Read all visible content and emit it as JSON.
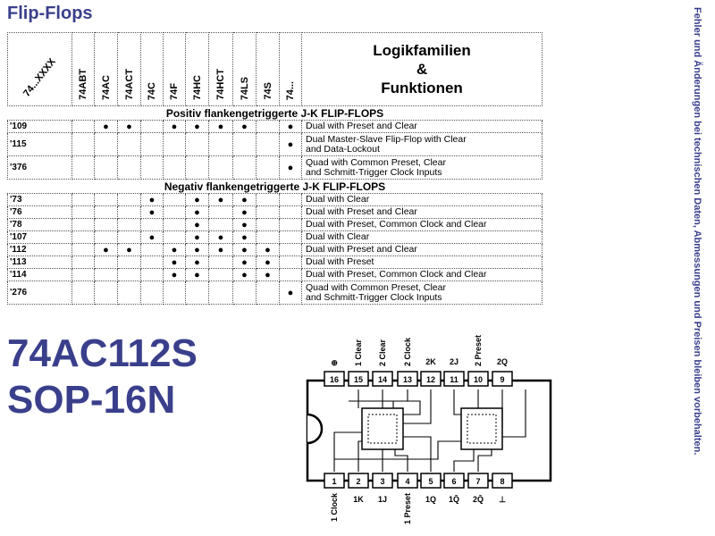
{
  "title": "Flip-Flops",
  "side_note": "Fehler und Änderungen bei technischen Daten, Abmessungen und Preisen bleiben vorbehalten.",
  "table": {
    "corner_label": "74...XXXX",
    "families": [
      "74ABT",
      "74AC",
      "74ACT",
      "74C",
      "74F",
      "74HC",
      "74HCT",
      "74LS",
      "74S",
      "74..."
    ],
    "header_right": [
      "Logikfamilien",
      "&",
      "Funktionen"
    ],
    "sections": [
      {
        "title": "Positiv flankengetriggerte J-K FLIP-FLOPS",
        "rows": [
          {
            "device": "'109",
            "dots": [
              false,
              true,
              true,
              false,
              true,
              true,
              true,
              true,
              false,
              true
            ],
            "desc": [
              "Dual with Preset and Clear"
            ]
          },
          {
            "device": "'115",
            "dots": [
              false,
              false,
              false,
              false,
              false,
              false,
              false,
              false,
              false,
              true
            ],
            "desc": [
              "Dual Master-Slave Flip-Flop with Clear",
              "and Data-Lockout"
            ]
          },
          {
            "device": "'376",
            "dots": [
              false,
              false,
              false,
              false,
              false,
              false,
              false,
              false,
              false,
              true
            ],
            "desc": [
              "Quad with Common Preset, Clear",
              "and Schmitt-Trigger Clock Inputs"
            ]
          }
        ]
      },
      {
        "title": "Negativ flankengetriggerte J-K FLIP-FLOPS",
        "rows": [
          {
            "device": "'73",
            "dots": [
              false,
              false,
              false,
              true,
              false,
              true,
              true,
              true,
              false,
              false
            ],
            "desc": [
              "Dual with Clear"
            ]
          },
          {
            "device": "'76",
            "dots": [
              false,
              false,
              false,
              true,
              false,
              true,
              false,
              true,
              false,
              false
            ],
            "desc": [
              "Dual with Preset and Clear"
            ]
          },
          {
            "device": "'78",
            "dots": [
              false,
              false,
              false,
              false,
              false,
              true,
              false,
              true,
              false,
              false
            ],
            "desc": [
              "Dual with Preset, Common Clock and Clear"
            ]
          },
          {
            "device": "'107",
            "dots": [
              false,
              false,
              false,
              true,
              false,
              true,
              true,
              true,
              false,
              false
            ],
            "desc": [
              "Dual with Clear"
            ]
          },
          {
            "device": "'112",
            "dots": [
              false,
              true,
              true,
              false,
              true,
              true,
              true,
              true,
              true,
              false
            ],
            "desc": [
              "Dual with Preset and Clear"
            ]
          },
          {
            "device": "'113",
            "dots": [
              false,
              false,
              false,
              false,
              true,
              true,
              false,
              true,
              true,
              false
            ],
            "desc": [
              "Dual with Preset"
            ]
          },
          {
            "device": "'114",
            "dots": [
              false,
              false,
              false,
              false,
              true,
              true,
              false,
              true,
              true,
              false
            ],
            "desc": [
              "Dual with Preset, Common Clock and Clear"
            ]
          },
          {
            "device": "'276",
            "dots": [
              false,
              false,
              false,
              false,
              false,
              false,
              false,
              false,
              false,
              true
            ],
            "desc": [
              "Quad with Common Preset, Clear",
              "and Schmitt-Trigger Clock Inputs"
            ]
          }
        ]
      }
    ]
  },
  "part": {
    "line1": "74AC112S",
    "line2": "SOP-16N"
  },
  "pinout": {
    "top_pin_numbers": [
      "16",
      "15",
      "14",
      "13",
      "12",
      "11",
      "10",
      "9"
    ],
    "top_labels_rotated": [
      "⊕",
      "1 Clear",
      "2 Clear",
      "2 Clock",
      "",
      "",
      "2 Preset",
      ""
    ],
    "top_labels_flat": [
      "",
      "",
      "",
      "",
      "2K",
      "2J",
      "",
      "2Q"
    ],
    "bottom_pin_numbers": [
      "1",
      "2",
      "3",
      "4",
      "5",
      "6",
      "7",
      "8"
    ],
    "bottom_labels_rotated": [
      "1 Clock",
      "",
      "",
      "1 Preset",
      "",
      "",
      "",
      ""
    ],
    "bottom_labels_flat": [
      "",
      "1K",
      "1J",
      "",
      "1Q",
      "1Q̄",
      "2Q̄",
      "⊥"
    ]
  },
  "colors": {
    "title": "#3a3f8c",
    "text": "#000000"
  }
}
